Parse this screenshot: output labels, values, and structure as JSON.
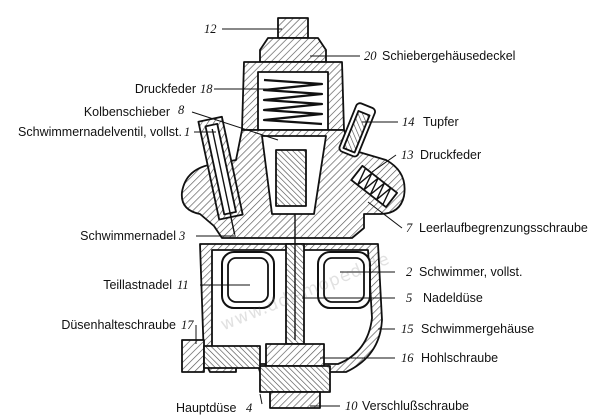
{
  "watermark": "www.ddr-moped.de",
  "colors": {
    "ink": "#111111",
    "hatch": "#555555",
    "paper": "#ffffff"
  },
  "parts": {
    "n12": "12",
    "deckel": {
      "num": "20",
      "label": "Schiebergehäusedeckel"
    },
    "druckfeder18": {
      "num": "18",
      "label": "Druckfeder"
    },
    "kolben": {
      "num": "8",
      "label": "Kolbenschieber"
    },
    "schwimmernadelventil": {
      "num": "1",
      "label": "Schwimmernadelventil, vollst."
    },
    "tupfer": {
      "num": "14",
      "label": "Tupfer"
    },
    "druckfeder13": {
      "num": "13",
      "label": "Druckfeder"
    },
    "leerlauf": {
      "num": "7",
      "label": "Leerlaufbegrenzungsschraube"
    },
    "schwimmernadel": {
      "num": "3",
      "label": "Schwimmernadel"
    },
    "schwimmer": {
      "num": "2",
      "label": "Schwimmer, vollst."
    },
    "teillast": {
      "num": "11",
      "label": "Teillastnadel"
    },
    "nadelduese": {
      "num": "5",
      "label": "Nadeldüse"
    },
    "duesenhalte": {
      "num": "17",
      "label": "Düsenhalteschraube"
    },
    "schwimmergehaeuse": {
      "num": "15",
      "label": "Schwimmergehäuse"
    },
    "hohl": {
      "num": "16",
      "label": "Hohlschraube"
    },
    "haupt": {
      "num": "4",
      "label": "Hauptdüse"
    },
    "verschluss": {
      "num": "10",
      "label": "Verschlußschraube"
    }
  }
}
